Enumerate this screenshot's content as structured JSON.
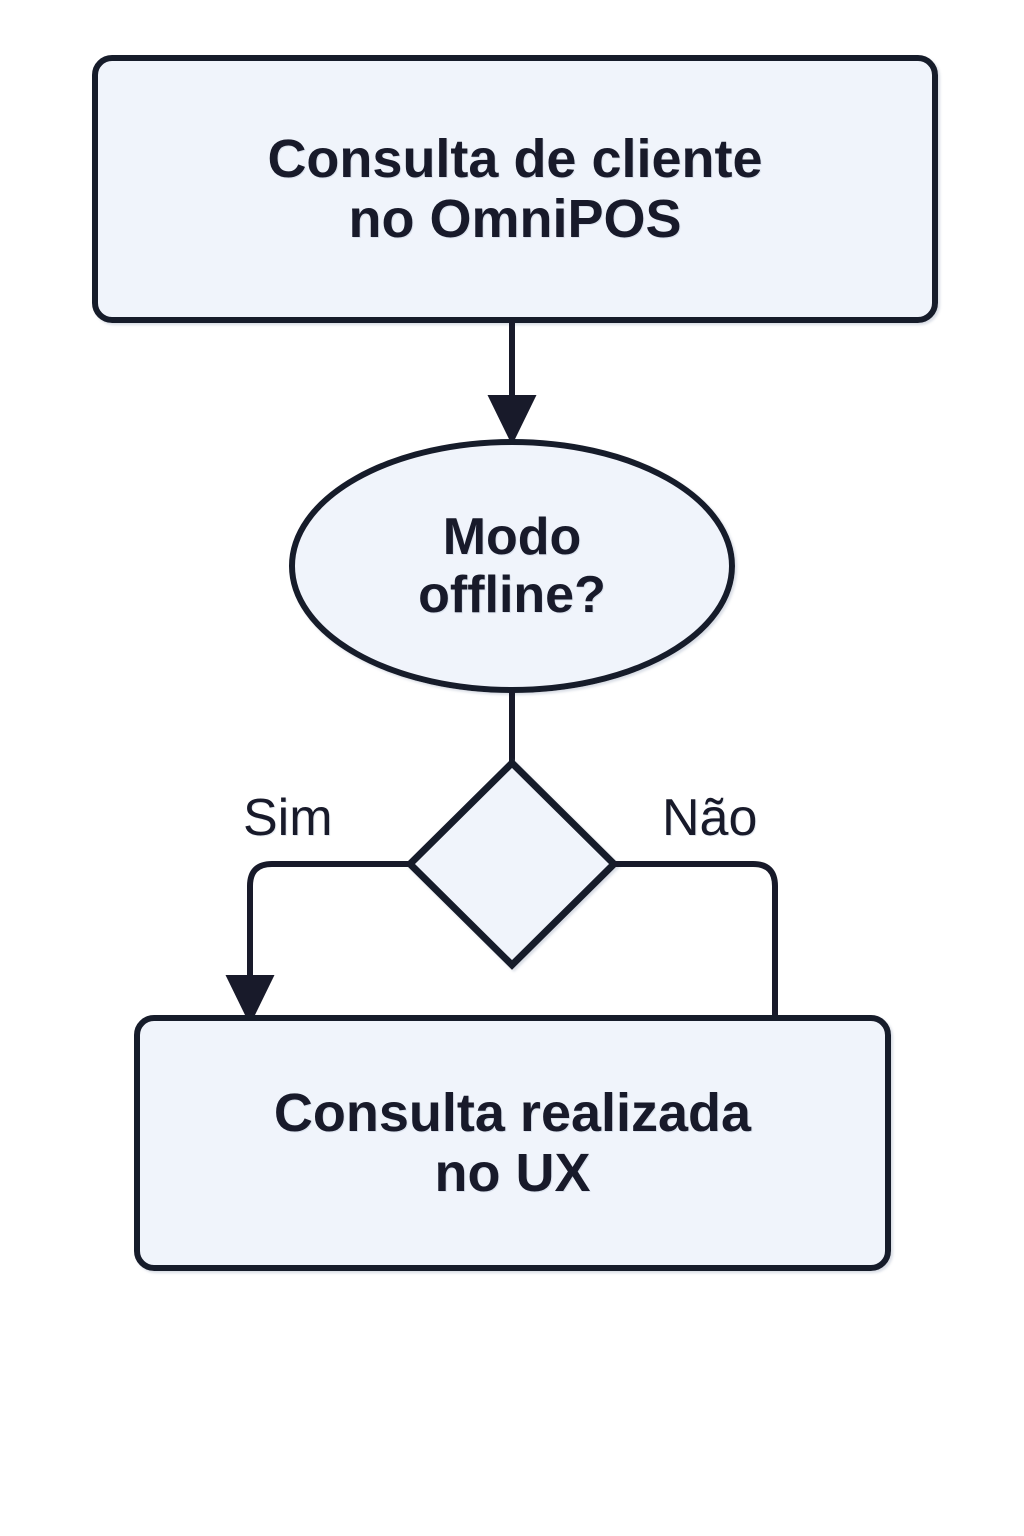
{
  "diagram": {
    "type": "flowchart",
    "orientation": "top-to-bottom",
    "background_color": "#ffffff",
    "node_fill_color": "#f0f4fb",
    "node_stroke_color": "#181a2a",
    "text_color": "#181a2a",
    "nodes": [
      {
        "id": "node-start",
        "shape": "rounded-rectangle",
        "label": "Consulta de cliente\nno OmniPOS"
      },
      {
        "id": "node-decision",
        "shape": "ellipse",
        "label": "Modo\noffline?"
      },
      {
        "id": "node-branch",
        "shape": "diamond",
        "label": ""
      },
      {
        "id": "node-end",
        "shape": "rounded-rectangle",
        "label": "Consulta realizada\nno UX"
      }
    ],
    "edges": [
      {
        "id": "edge-start-to-decision",
        "from": "node-start",
        "to": "node-decision",
        "label": "",
        "arrowhead": true
      },
      {
        "id": "edge-decision-to-branch",
        "from": "node-decision",
        "to": "node-branch",
        "label": "",
        "arrowhead": false
      },
      {
        "id": "edge-branch-yes",
        "from": "node-branch",
        "to": "node-end",
        "label": "Sim",
        "arrowhead": true
      },
      {
        "id": "edge-branch-no",
        "from": "node-branch",
        "to": "node-end",
        "label": "Não",
        "arrowhead": false
      }
    ]
  }
}
